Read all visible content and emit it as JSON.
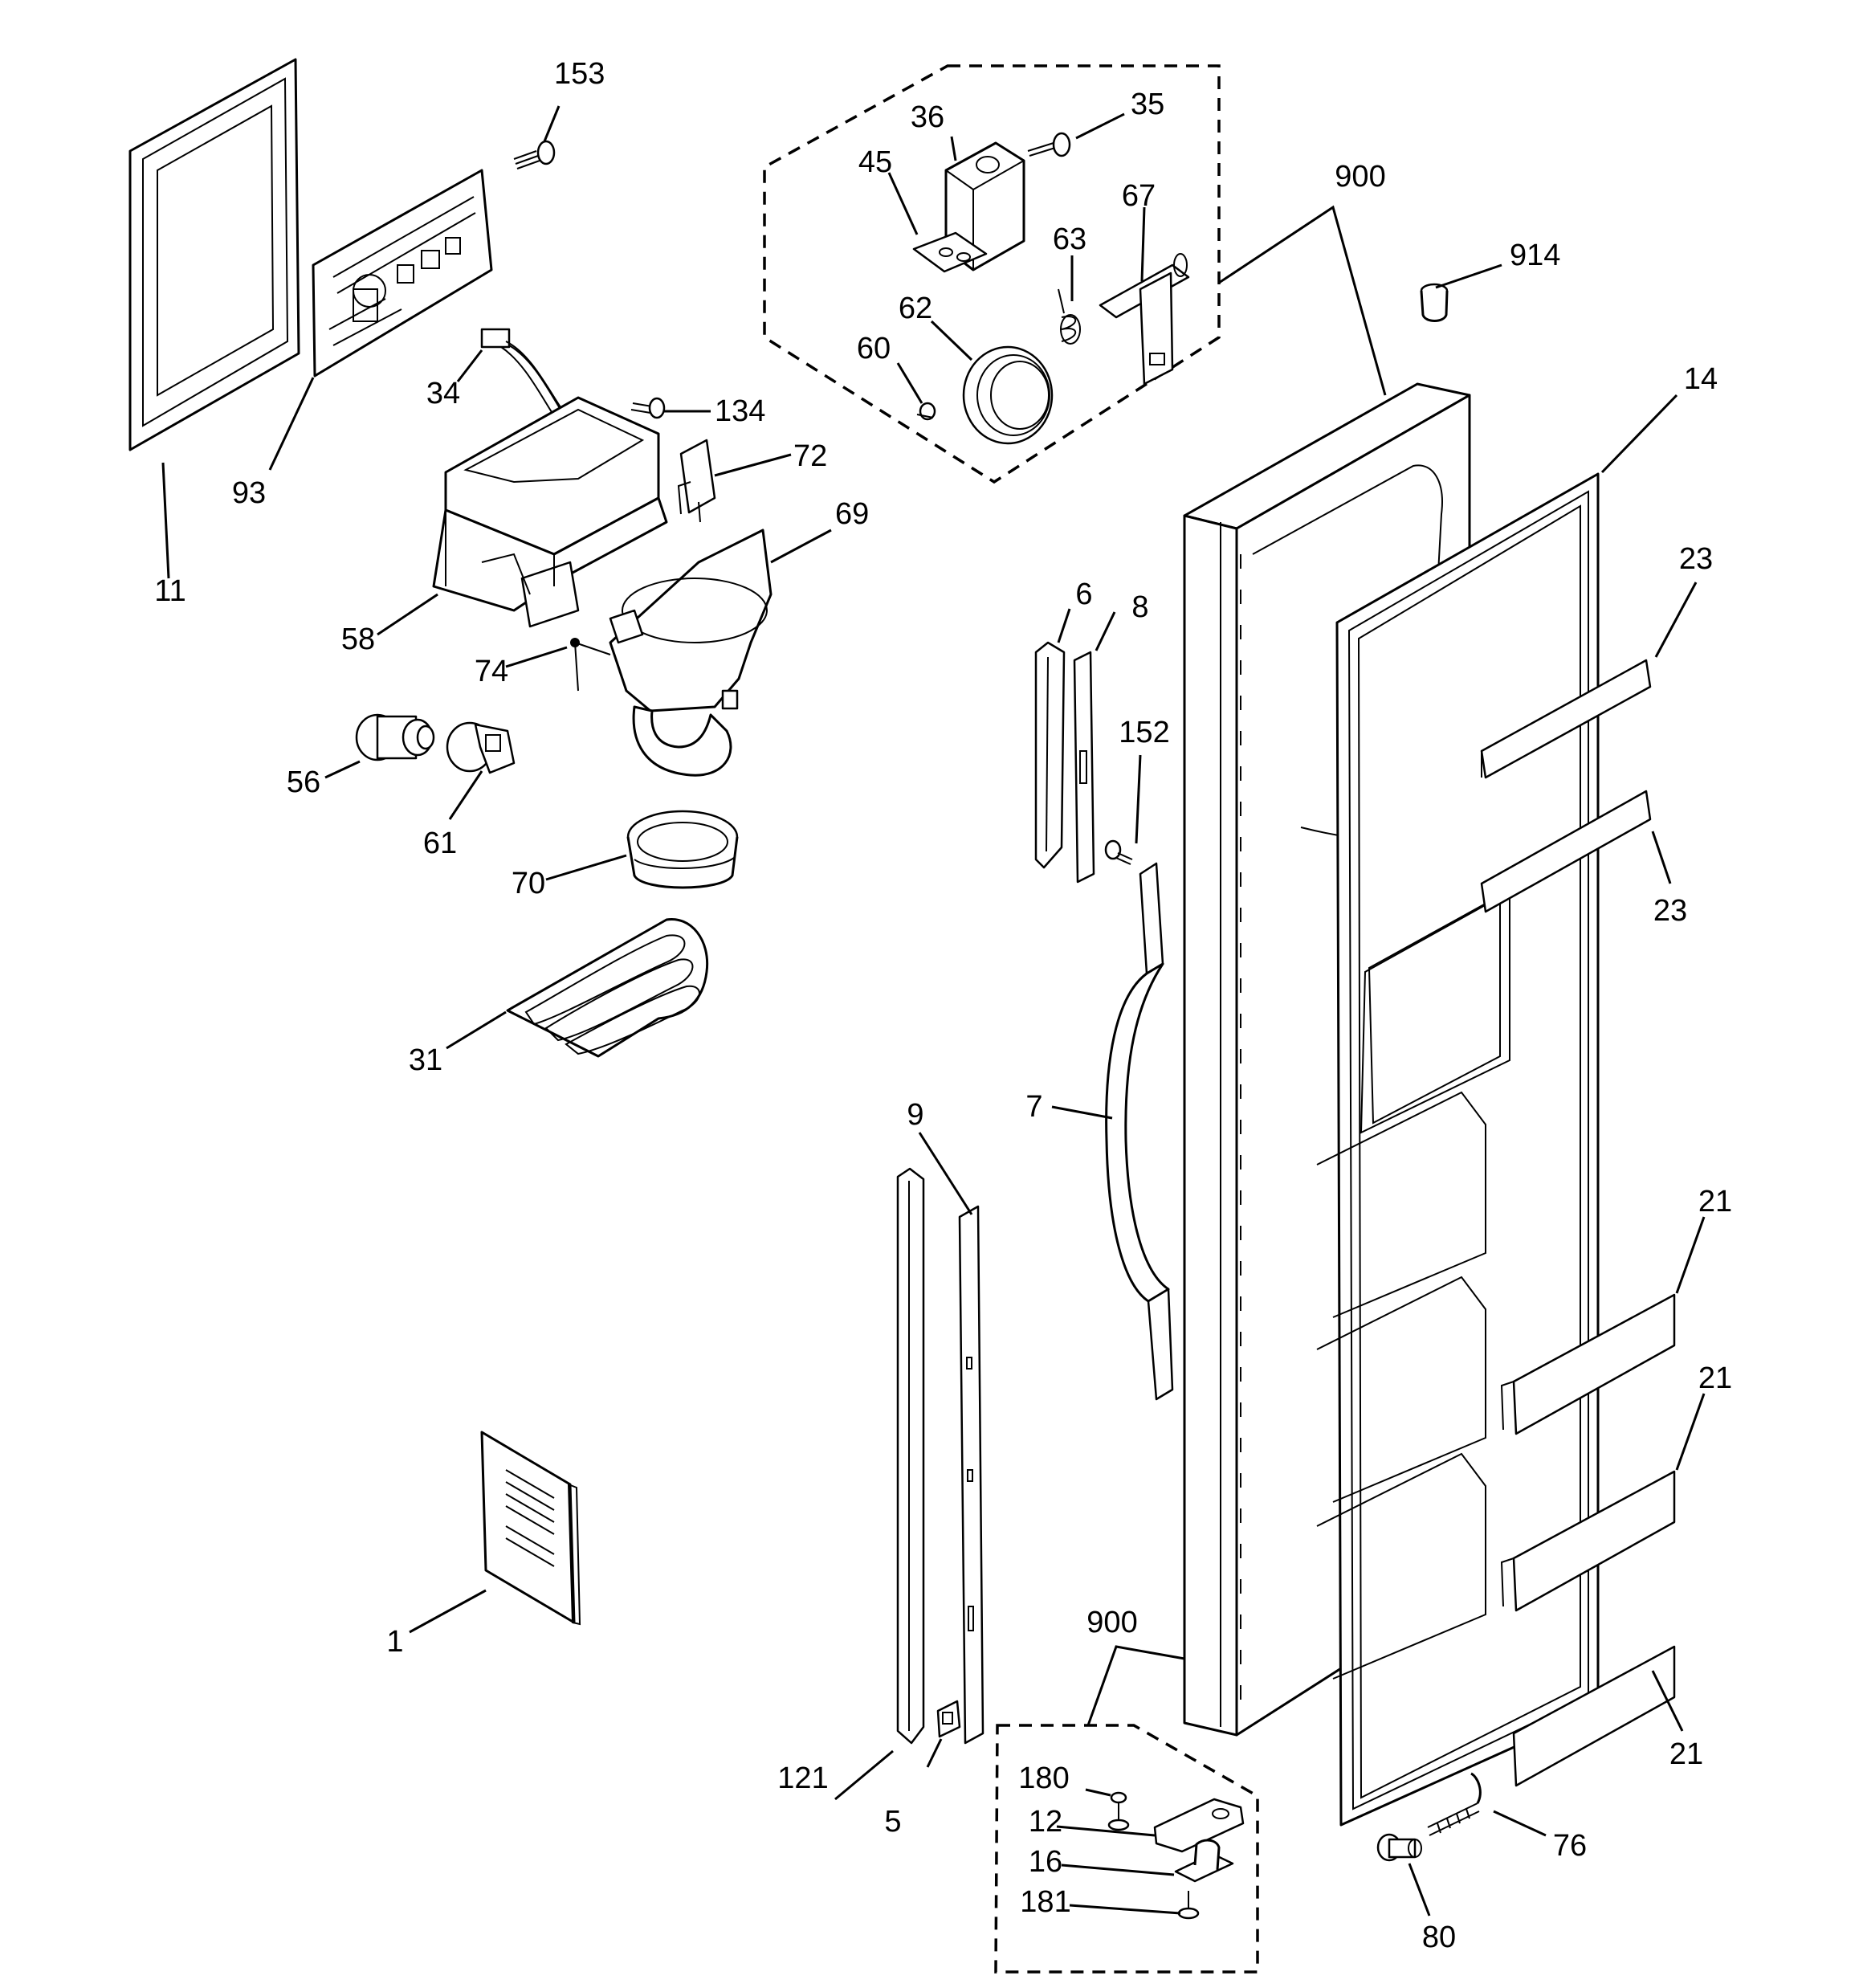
{
  "parts": [
    {
      "id": "p153",
      "label": "153"
    },
    {
      "id": "p11",
      "label": "11"
    },
    {
      "id": "p93",
      "label": "93"
    },
    {
      "id": "p34",
      "label": "34"
    },
    {
      "id": "p134",
      "label": "134"
    },
    {
      "id": "p72",
      "label": "72"
    },
    {
      "id": "p69",
      "label": "69"
    },
    {
      "id": "p58",
      "label": "58"
    },
    {
      "id": "p74",
      "label": "74"
    },
    {
      "id": "p56",
      "label": "56"
    },
    {
      "id": "p61",
      "label": "61"
    },
    {
      "id": "p70",
      "label": "70"
    },
    {
      "id": "p31",
      "label": "31"
    },
    {
      "id": "p1",
      "label": "1"
    },
    {
      "id": "p36",
      "label": "36"
    },
    {
      "id": "p35",
      "label": "35"
    },
    {
      "id": "p45",
      "label": "45"
    },
    {
      "id": "p67",
      "label": "67"
    },
    {
      "id": "p63",
      "label": "63"
    },
    {
      "id": "p62",
      "label": "62"
    },
    {
      "id": "p60",
      "label": "60"
    },
    {
      "id": "p900a",
      "label": "900"
    },
    {
      "id": "p914",
      "label": "914"
    },
    {
      "id": "p14",
      "label": "14"
    },
    {
      "id": "p23a",
      "label": "23"
    },
    {
      "id": "p23b",
      "label": "23"
    },
    {
      "id": "p6",
      "label": "6"
    },
    {
      "id": "p8",
      "label": "8"
    },
    {
      "id": "p152",
      "label": "152"
    },
    {
      "id": "p7",
      "label": "7"
    },
    {
      "id": "p9",
      "label": "9"
    },
    {
      "id": "p121",
      "label": "121"
    },
    {
      "id": "p5",
      "label": "5"
    },
    {
      "id": "p900b",
      "label": "900"
    },
    {
      "id": "p180",
      "label": "180"
    },
    {
      "id": "p12",
      "label": "12"
    },
    {
      "id": "p16",
      "label": "16"
    },
    {
      "id": "p181",
      "label": "181"
    },
    {
      "id": "p21a",
      "label": "21"
    },
    {
      "id": "p21b",
      "label": "21"
    },
    {
      "id": "p21c",
      "label": "21"
    },
    {
      "id": "p76",
      "label": "76"
    },
    {
      "id": "p80",
      "label": "80"
    }
  ]
}
